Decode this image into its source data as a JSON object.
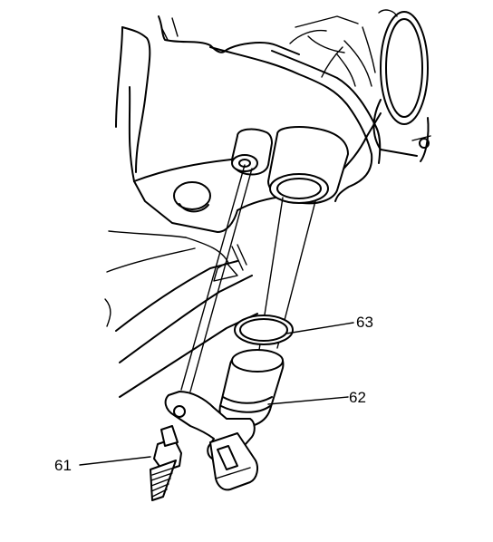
{
  "diagram": {
    "callouts": [
      {
        "id": "61",
        "label": "61"
      },
      {
        "id": "62",
        "label": "62"
      },
      {
        "id": "63",
        "label": "63"
      }
    ]
  }
}
